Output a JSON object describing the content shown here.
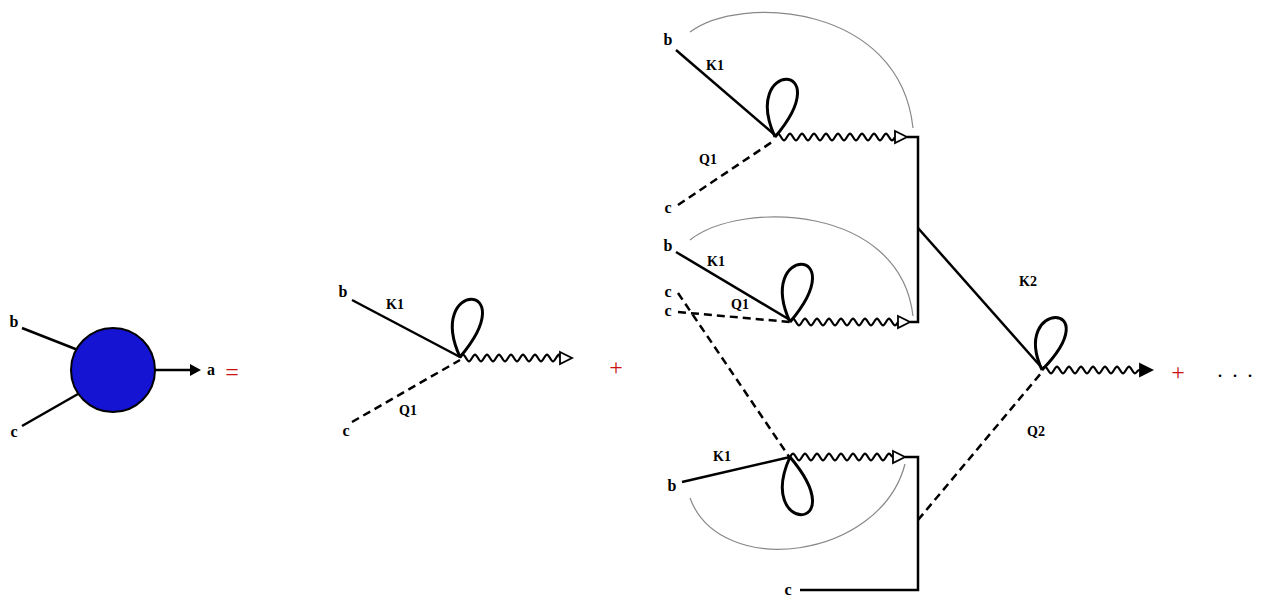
{
  "diagram": {
    "labels": [
      "b",
      "c",
      "a",
      "=",
      "b",
      "K1",
      "c",
      "Q1",
      "+",
      "b",
      "K1",
      "Q1",
      "c",
      "b",
      "K1",
      "c",
      "c",
      "Q1",
      "b",
      "K1",
      "K2",
      "Q2",
      "c",
      "+",
      ". . ."
    ]
  }
}
